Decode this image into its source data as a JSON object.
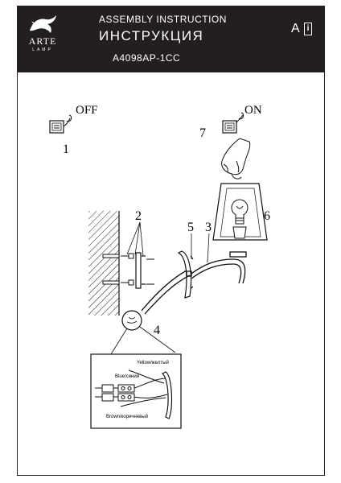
{
  "header": {
    "brand": "ARTE",
    "brand_sub": "LAMP",
    "title_en": "ASSEMBLY INSTRUCTION",
    "title_ru": "ИНСТРУКЦИЯ",
    "model": "A4098AP-1CC",
    "lang_letter": "A",
    "info_glyph": "i"
  },
  "labels": {
    "off": "OFF",
    "on": "ON",
    "step1": "1",
    "step2": "2",
    "step3": "3",
    "step4": "4",
    "step5": "5",
    "step6": "6",
    "step7": "7"
  },
  "wiring": {
    "yellow": "Yellow/желтый",
    "blue": "Blue/синий",
    "brown": "Brown/коричневый"
  },
  "icons": [
    "arte-logo-icon",
    "info-icon",
    "switch-off-icon",
    "switch-on-icon",
    "hand-icon",
    "bulb-icon",
    "lampshade-icon",
    "terminal-block-icon"
  ]
}
